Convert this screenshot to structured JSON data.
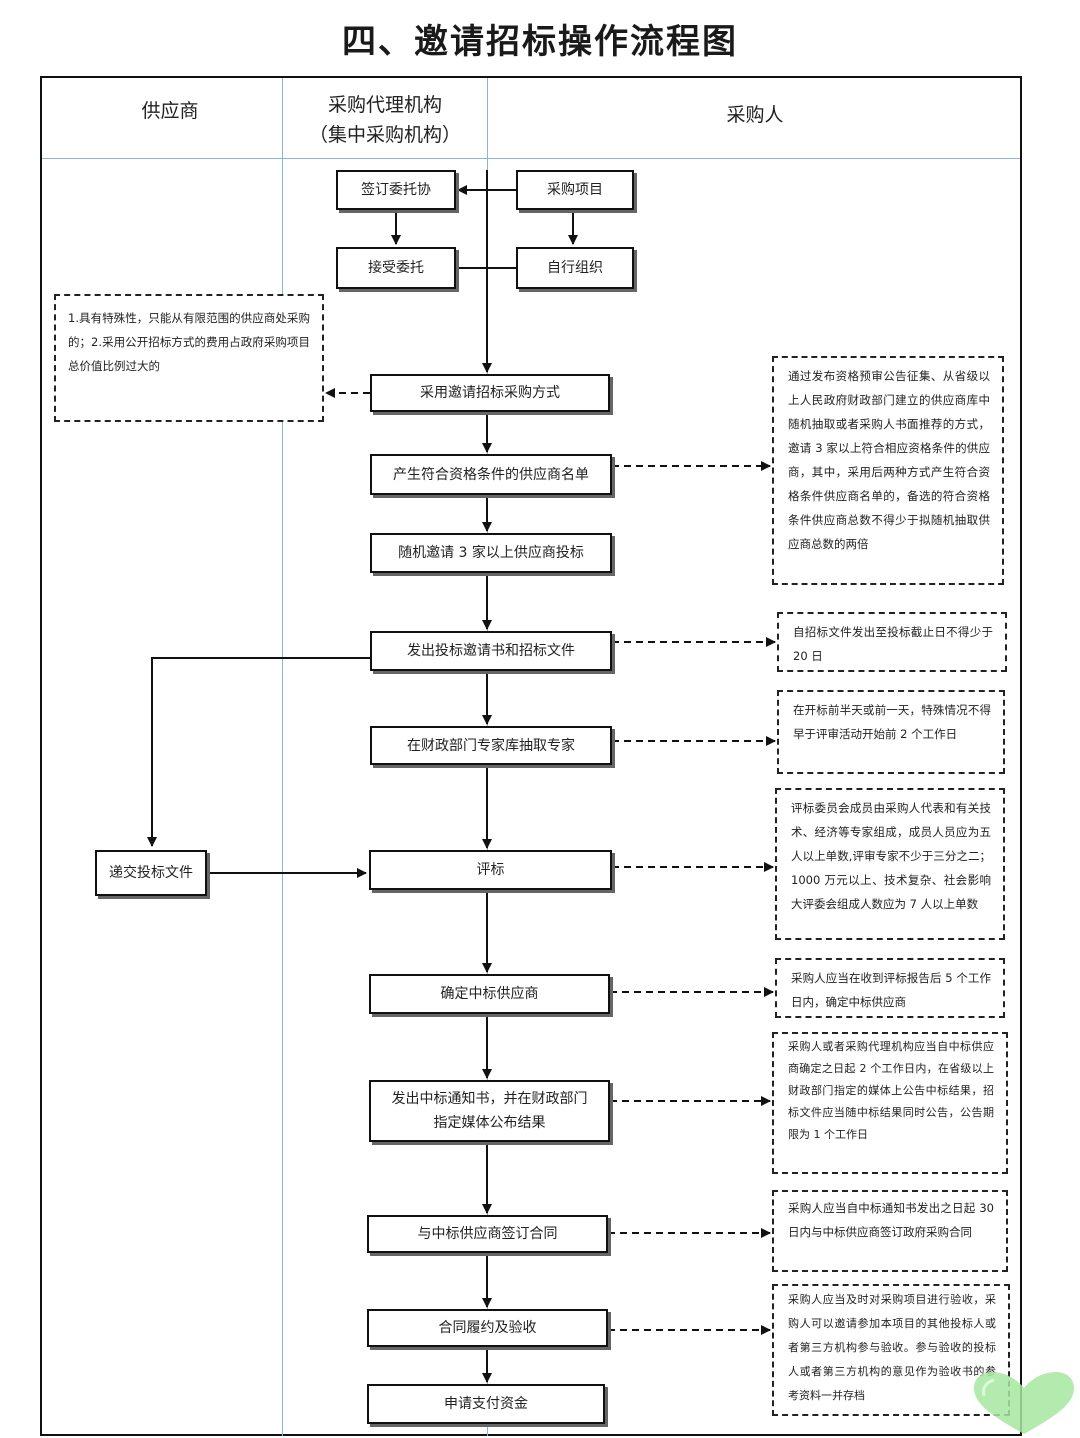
{
  "title": "四、邀请招标操作流程图",
  "lanes": {
    "supplier": "供应商",
    "agency_line1": "采购代理机构",
    "agency_line2": "（集中采购机构）",
    "purchaser": "采购人"
  },
  "boxes": {
    "sign_entrust": "签订委托协",
    "procurement_project": "采购项目",
    "accept_entrust": "接受委托",
    "self_organize": "自行组织",
    "adopt_invite": "采用邀请招标采购方式",
    "qualified_list": "产生符合资格条件的供应商名单",
    "random_invite": "随机邀请 3 家以上供应商投标",
    "issue_invitation": "发出投标邀请书和招标文件",
    "extract_experts": "在财政部门专家库抽取专家",
    "submit_bid": "递交投标文件",
    "evaluate": "评标",
    "determine_winner": "确定中标供应商",
    "notice_line1": "发出中标通知书，并在财政部门",
    "notice_line2": "指定媒体公布结果",
    "sign_contract": "与中标供应商签订合同",
    "perform_accept": "合同履约及验收",
    "apply_payment": "申请支付资金"
  },
  "notes": {
    "conditions": "1.具有特殊性，只能从有限范围的供应商处采购的；2.采用公开招标方式的费用占政府采购项目总价值比例过大的",
    "qualified_list": "通过发布资格预审公告征集、从省级以上人民政府财政部门建立的供应商库中随机抽取或者采购人书面推荐的方式，邀请 3 家以上符合相应资格条件的供应商，其中，采用后两种方式产生符合资格条件供应商名单的，备选的符合资格条件供应商总数不得少于拟随机抽取供应商总数的两倍",
    "issue_invitation": "自招标文件发出至投标截止日不得少于 20 日",
    "extract_experts": "在开标前半天或前一天，特殊情况不得早于评审活动开始前 2 个工作日",
    "evaluate": "评标委员会成员由采购人代表和有关技术、经济等专家组成，成员人员应为五人以上单数,评审专家不少于三分之二；1000 万元以上、技术复杂、社会影响大评委会组成人数应为 7 人以上单数",
    "determine_winner": "采购人应当在收到评标报告后 5 个工作日内，确定中标供应商",
    "notice": "采购人或者采购代理机构应当自中标供应商确定之日起 2 个工作日内，在省级以上财政部门指定的媒体上公告中标结果，招标文件应当随中标结果同时公告，公告期限为 1 个工作日",
    "sign_contract": "采购人应当自中标通知书发出之日起 30 日内与中标供应商签订政府采购合同",
    "perform_accept": "采购人应当及时对采购项目进行验收，采购人可以邀请参加本项目的其他投标人或者第三方机构参与验收。参与验收的投标人或者第三方机构的意见作为验收书的参考资料一并存档"
  },
  "colors": {
    "lane_divider": "#8ab4d8",
    "border": "#111111",
    "heart_watermark": "#a6e6a0"
  },
  "icons": {
    "watermark": "heart-icon"
  }
}
